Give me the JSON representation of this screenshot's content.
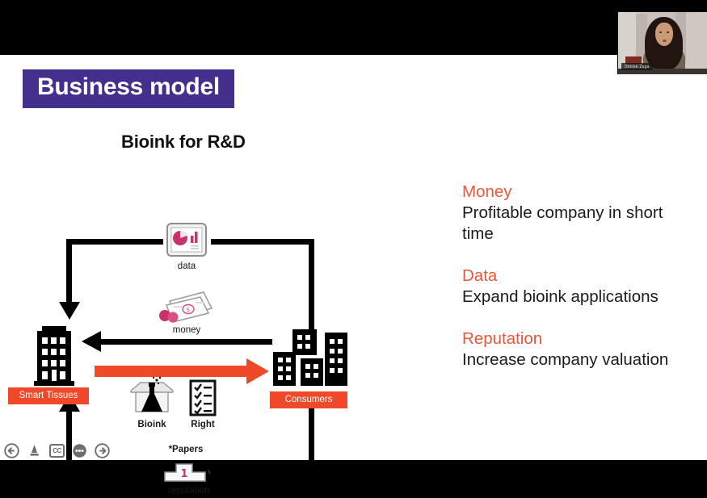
{
  "slide": {
    "title": "Business model",
    "subtitle": "Bioink for R&D",
    "title_bg": "#452f8c",
    "accent": "#f0492a"
  },
  "diagram": {
    "nodes": [
      {
        "id": "smart-tissues",
        "label": "Smart Tissues"
      },
      {
        "id": "consumers",
        "label": "Consumers"
      }
    ],
    "flow_items": [
      {
        "id": "data",
        "label": "data",
        "icon": "chart-screen-icon"
      },
      {
        "id": "money",
        "label": "money",
        "icon": "banknotes-coins-icon"
      },
      {
        "id": "bioink",
        "label": "Bioink",
        "icon": "flask-in-box-icon"
      },
      {
        "id": "right",
        "label": "Right",
        "icon": "checklist-icon"
      },
      {
        "id": "papers",
        "label": "*Papers",
        "icon": "none"
      },
      {
        "id": "reputation",
        "label": "reputation",
        "icon": "podium-first-place-icon"
      }
    ],
    "podium_number": "1"
  },
  "benefits": [
    {
      "heading": "Money",
      "body": "Profitable company in short time"
    },
    {
      "heading": "Data",
      "body": "Expand bioink applications"
    },
    {
      "heading": "Reputation",
      "body": "Increase company valuation"
    }
  ],
  "webcam": {
    "participant_name": "Denise Zuga"
  },
  "toolbar": {
    "buttons": [
      {
        "id": "previous",
        "icon": "arrow-left-circle-icon",
        "label": "Previous"
      },
      {
        "id": "annotate",
        "icon": "pen-tip-icon",
        "label": "Annotate"
      },
      {
        "id": "captions",
        "icon": "cc-icon",
        "label": "CC"
      },
      {
        "id": "more",
        "icon": "ellipsis-circle-icon",
        "label": "More"
      },
      {
        "id": "next",
        "icon": "arrow-right-circle-icon",
        "label": "Next"
      }
    ],
    "cc_label": "CC"
  }
}
